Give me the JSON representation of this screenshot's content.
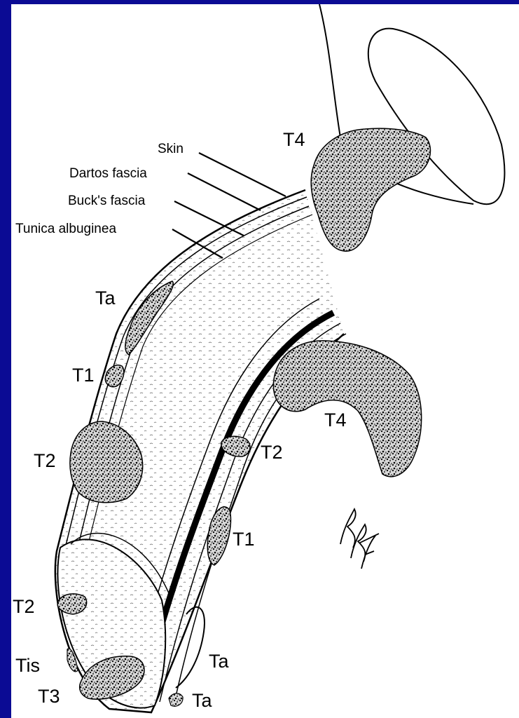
{
  "layers": {
    "skin": "Skin",
    "dartos": "Dartos fascia",
    "bucks": "Buck's fascia",
    "tunica": "Tunica albuginea"
  },
  "stages": {
    "t4_upper": "T4",
    "t4_lower": "T4",
    "ta_upper": "Ta",
    "t1_upper": "T1",
    "t2_left": "T2",
    "t2_right": "T2",
    "t1_right": "T1",
    "t2_glans": "T2",
    "tis": "Tis",
    "t3": "T3",
    "ta_lower1": "Ta",
    "ta_lower2": "Ta"
  },
  "signature": "RRF",
  "colors": {
    "border": "#0b0b94",
    "background": "#ffffff",
    "ink": "#000000",
    "tumor": "#8a8a8a"
  }
}
